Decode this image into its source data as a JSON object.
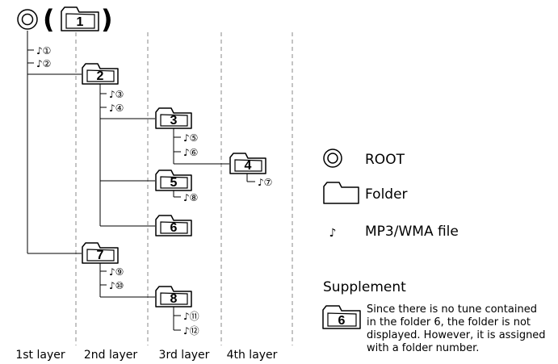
{
  "root": {
    "label": "(",
    "label_close": ")",
    "folder_number": "1"
  },
  "folders": [
    {
      "id": "f2",
      "number": "2"
    },
    {
      "id": "f3",
      "number": "3"
    },
    {
      "id": "f4",
      "number": "4"
    },
    {
      "id": "f5",
      "number": "5"
    },
    {
      "id": "f6",
      "number": "6"
    },
    {
      "id": "f7",
      "number": "7"
    },
    {
      "id": "f8",
      "number": "8"
    }
  ],
  "files": [
    {
      "id": "m1",
      "label": "♪①"
    },
    {
      "id": "m2",
      "label": "♪②"
    },
    {
      "id": "m3",
      "label": "♪③"
    },
    {
      "id": "m4",
      "label": "♪④"
    },
    {
      "id": "m5",
      "label": "♪⑤"
    },
    {
      "id": "m6",
      "label": "♪⑥"
    },
    {
      "id": "m7",
      "label": "♪⑦"
    },
    {
      "id": "m8",
      "label": "♪⑧"
    },
    {
      "id": "m9",
      "label": "♪⑨"
    },
    {
      "id": "m10",
      "label": "♪⑩"
    },
    {
      "id": "m11",
      "label": "♪⑪"
    },
    {
      "id": "m12",
      "label": "♪⑫"
    }
  ],
  "layers": [
    "1st layer",
    "2nd layer",
    "3rd layer",
    "4th layer"
  ],
  "legend": {
    "root": "ROOT",
    "folder": "Folder",
    "file_symbol": "♪",
    "file": "MP3/WMA file"
  },
  "supplement": {
    "title": "Supplement",
    "folder_number": "6",
    "lines": [
      "Since there is no tune contained",
      "in the folder 6, the folder is not",
      "displayed. However, it is assigned",
      "with a folder number."
    ]
  }
}
